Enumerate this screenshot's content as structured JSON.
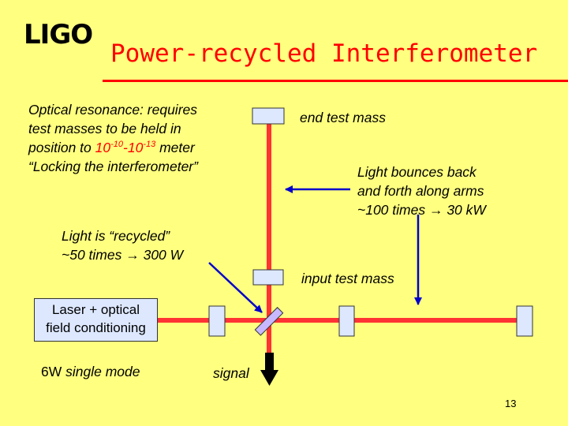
{
  "slide": {
    "logo": "LIGO",
    "title": "Power-recycled Interferometer",
    "page_number": "13"
  },
  "text": {
    "resonance": {
      "line1": "Optical resonance: requires",
      "line2": "test masses to be held in",
      "line3_pre": "position to ",
      "range_a": "10",
      "exp_a": "-10",
      "range_dash": "-",
      "range_b": "10",
      "exp_b": "-13",
      "line3_post": " meter",
      "line4": "“Locking the interferometer”"
    },
    "recycled": {
      "line1": "Light is “recycled”",
      "line2_pre": "~50 times ",
      "arrow": "→",
      "line2_post": " 300 W"
    },
    "bounce": {
      "line1": "Light bounces back",
      "line2": "and forth along arms",
      "line3_pre": "~100 times ",
      "arrow": "→",
      "line3_post": " 30 kW"
    }
  },
  "labels": {
    "end_test_mass": "end test mass",
    "input_test_mass": "input test mass",
    "signal": "signal",
    "laser_line1": "Laser  + optical",
    "laser_line2": "field conditioning",
    "laser_sub_pre": "6W ",
    "laser_sub_post": "single mode"
  },
  "colors": {
    "background": "#ffff80",
    "title": "#ff0000",
    "beam": "#ff3333",
    "mirror": "#dde8ff",
    "arrow": "#0000cc"
  },
  "icons": {
    "arrows": [
      "arrow-left-icon",
      "arrow-diagonal-icon",
      "arrow-down-icon",
      "arrow-down-signal-icon"
    ]
  }
}
